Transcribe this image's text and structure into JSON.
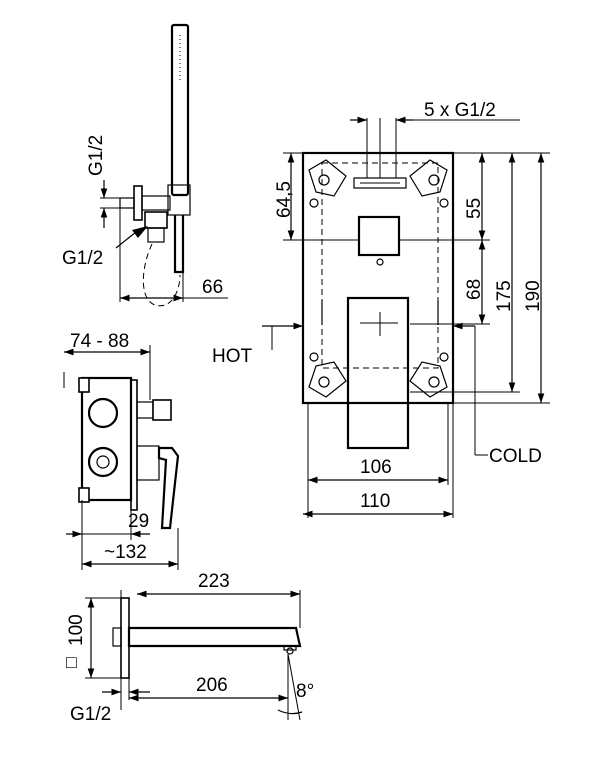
{
  "labels": {
    "top_pipe_thread": "5 x G1/2",
    "dim_64_5": "64,5",
    "dim_55": "55",
    "dim_175": "175",
    "dim_190": "190",
    "dim_68": "68",
    "hot": "HOT",
    "cold": "COLD",
    "dim_106": "106",
    "dim_110": "110",
    "shower_thread_top": "G1/2",
    "shower_thread_side": "G1/2",
    "dim_66": "66",
    "dim_74_88": "74 - 88",
    "dim_29": "29",
    "dim_132": "~132",
    "dim_223": "223",
    "dim_100": "100",
    "square_symbol": "□",
    "dim_206": "206",
    "angle_8": "8°",
    "spout_thread": "G1/2"
  }
}
